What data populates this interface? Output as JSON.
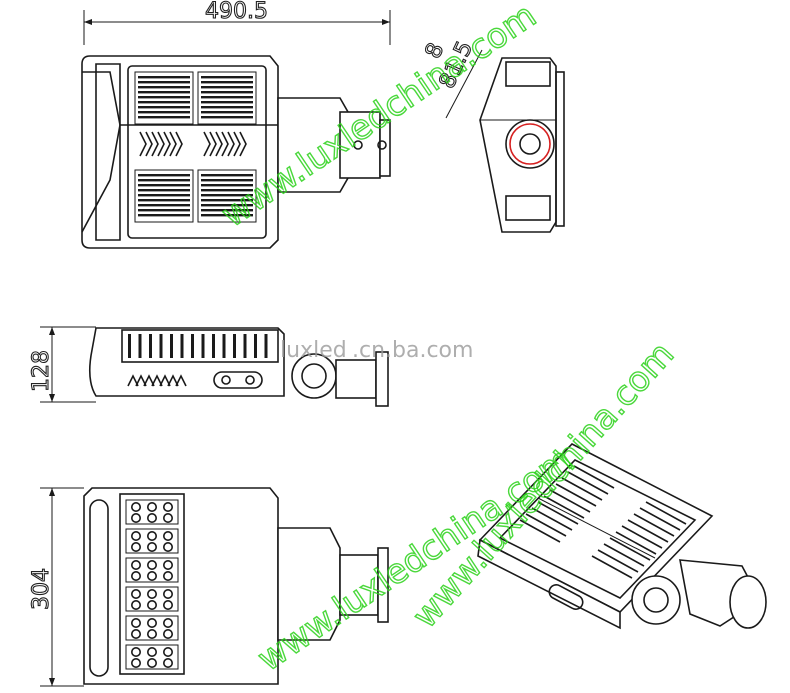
{
  "dimensions": {
    "width": "490.5",
    "height": "128",
    "depth": "304",
    "angle_a": "8",
    "angle_b": "81.5"
  },
  "watermarks": {
    "top": "www.luxledchina.com",
    "middle_left": "luxled",
    "middle_right": ".cn.ba.com",
    "bottom_left": "www.luxledchina.com",
    "bottom_right": "www.luxledchina.com"
  },
  "colors": {
    "line": "#1a1a1a",
    "watermark_green": "#2bd21a",
    "watermark_grey": "#9a9a9a",
    "accent_red": "#d62020"
  }
}
